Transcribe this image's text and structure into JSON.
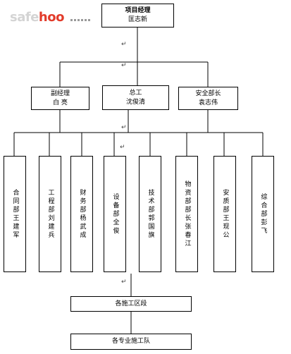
{
  "logo": {
    "part_a": "safe",
    "part_b": "hoo",
    "part_c": ""
  },
  "top": {
    "title": "项目经理",
    "name": "匡志新"
  },
  "level2": [
    {
      "title": "副经理",
      "name": "白 亮"
    },
    {
      "title": "总工",
      "name": "沈俊清"
    },
    {
      "title": "安全部长",
      "name": "袁志伟"
    }
  ],
  "departments": [
    {
      "text": "合同部王建军"
    },
    {
      "text": "工程部刘建兵"
    },
    {
      "text": "财务部杨武成"
    },
    {
      "text": "设备部全俊"
    },
    {
      "text": "技术部郭国旗"
    },
    {
      "text": "物资部部长张春江"
    },
    {
      "text": "安质部王现公"
    },
    {
      "text": "综合部彭飞"
    }
  ],
  "level4": {
    "text": "各施工区段"
  },
  "level5": {
    "text": "各专业施工队"
  },
  "marks": {
    "return_symbol": "↵"
  }
}
